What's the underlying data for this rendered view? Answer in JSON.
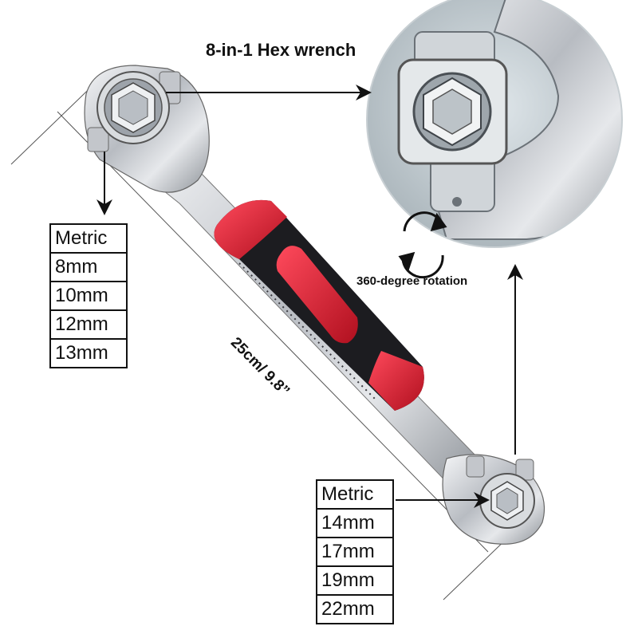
{
  "callout_title": "8-in-1 Hex wrench",
  "rotation_label": "360-degree rotation",
  "dimension_label": "25cm/ 9.8”",
  "table_small": {
    "header": "Metric",
    "sizes": [
      "8mm",
      "10mm",
      "12mm",
      "13mm"
    ]
  },
  "table_large": {
    "header": "Metric",
    "sizes": [
      "14mm",
      "17mm",
      "19mm",
      "22mm"
    ]
  },
  "colors": {
    "handle_red": "#e0263a",
    "handle_black": "#1c1c20",
    "steel": "#c9ccd1",
    "background": "#ffffff"
  }
}
